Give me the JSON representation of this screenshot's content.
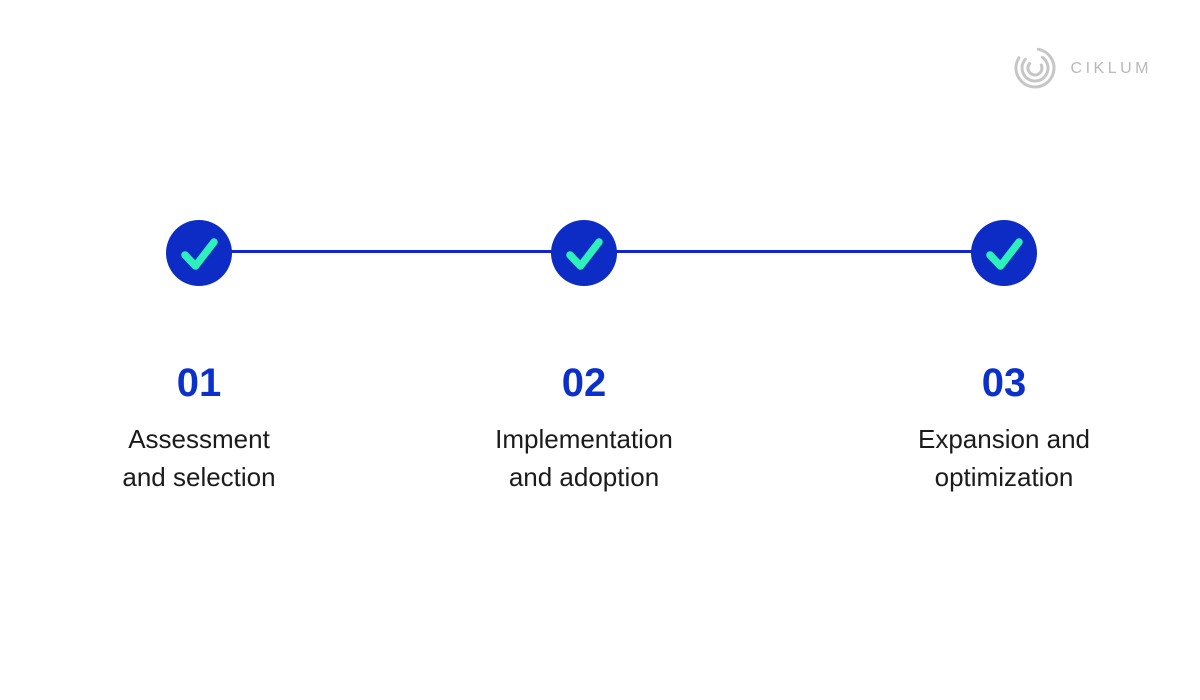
{
  "brand": {
    "name": "CIKLUM",
    "logo_icon": "ciklum-arcs-icon",
    "logo_text_color": "#b9b9b9",
    "logo_mark_color": "#c6c6c6"
  },
  "colors": {
    "background": "#ffffff",
    "node_circle_blue": "#0d2cc6",
    "checkmark_mint": "#2df0ba",
    "connector_line_blue": "#1226cc",
    "step_number_blue": "#0b30cc",
    "step_title_dark": "#1b1b1b"
  },
  "timeline": {
    "node_icon": "checkmark-icon",
    "steps": [
      {
        "number": "01",
        "title_line1": "Assessment",
        "title_line2": "and selection"
      },
      {
        "number": "02",
        "title_line1": "Implementation",
        "title_line2": "and adoption"
      },
      {
        "number": "03",
        "title_line1": "Expansion and",
        "title_line2": "optimization"
      }
    ]
  }
}
